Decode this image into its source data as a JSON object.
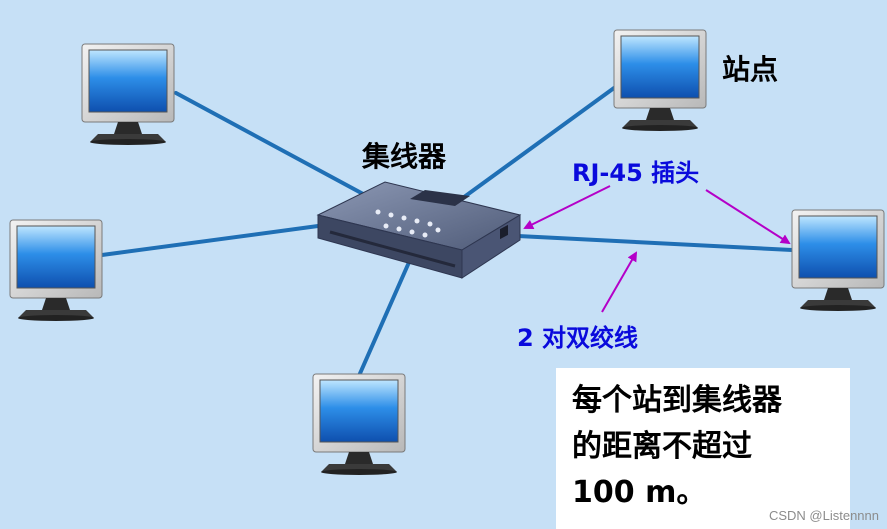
{
  "labels": {
    "hub": "集线器",
    "station": "站点",
    "rj45": "RJ-45 插头",
    "twisted_pair": "2 对双绞线"
  },
  "note": {
    "lines": [
      "每个站到集线器",
      "的距离不超过",
      "100 m。"
    ]
  },
  "watermark": "CSDN @Listennnn",
  "colors": {
    "background": "#c6e0f6",
    "cable": "#1f6fb5",
    "arrow": "#b400c8",
    "label_blue": "#0a0adc",
    "hub_body": "#5e6c8c"
  },
  "icons": [
    "computer-monitor-icon",
    "hub-icon"
  ]
}
